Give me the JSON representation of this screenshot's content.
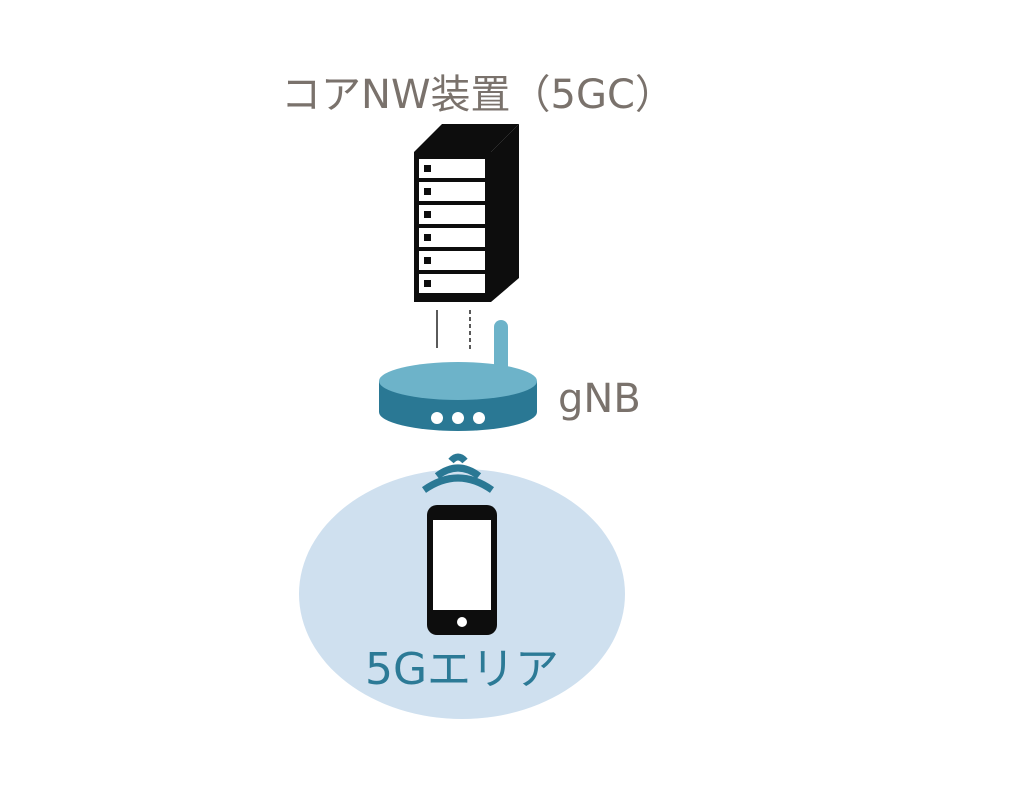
{
  "diagram": {
    "core_network_label": "コアNW装置（5GC）",
    "base_station_label": "gNB",
    "coverage_area_label": "5Gエリア"
  },
  "icons": {
    "core": "server-rack-icon",
    "base_station": "router-antenna-icon",
    "signal": "wifi-signal-icon",
    "device": "smartphone-icon"
  },
  "colors": {
    "label_gray": "#7a726c",
    "teal_dark": "#2a7894",
    "teal_light": "#6db3c9",
    "area_fill": "#cfe0ef",
    "area_text": "#2c7a96",
    "black": "#0d0d0d"
  }
}
